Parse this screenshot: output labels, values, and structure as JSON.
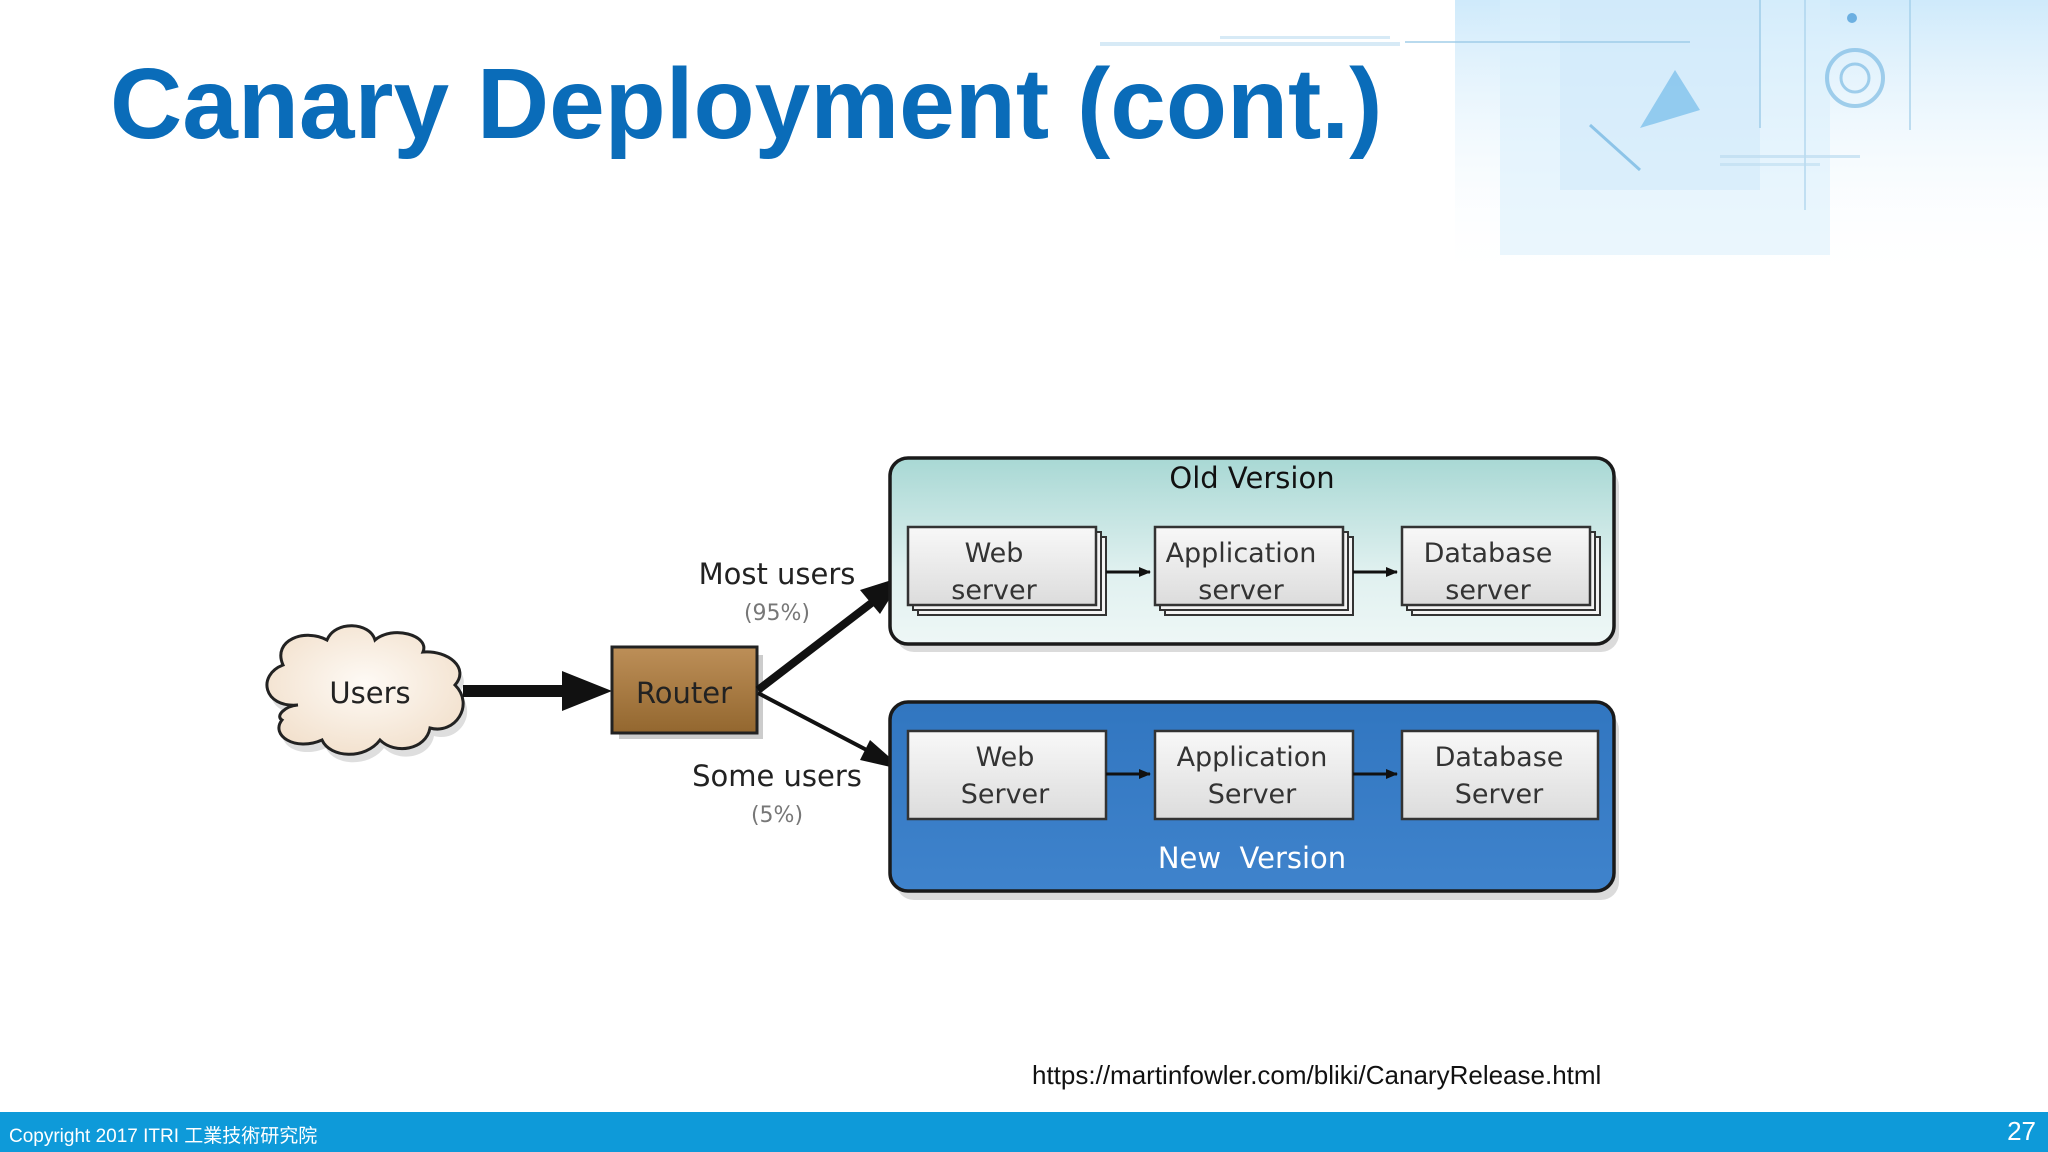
{
  "slide": {
    "title": "Canary Deployment (cont.)",
    "source_url": "https://martinfowler.com/bliki/CanaryRelease.html"
  },
  "diagram": {
    "users": "Users",
    "router": "Router",
    "most_users": "Most users",
    "most_users_pct": "(95%)",
    "some_users": "Some users",
    "some_users_pct": "(5%)",
    "old_version": {
      "title": "Old Version",
      "web_1": "Web",
      "web_2": "server",
      "app_1": "Application",
      "app_2": "server",
      "db_1": "Database",
      "db_2": "server"
    },
    "new_version": {
      "title": "New  Version",
      "web_1": "Web",
      "web_2": "Server",
      "app_1": "Application",
      "app_2": "Server",
      "db_1": "Database",
      "db_2": "Server"
    }
  },
  "footer": {
    "copyright": "Copyright 2017  ITRI 工業技術研究院",
    "page_number": "27"
  },
  "colors": {
    "title": "#0a6cb9",
    "footer_bar": "#0e9ad9",
    "old_version_fill": "#b4dcd8",
    "new_version_fill": "#3a7bc4",
    "router_fill": "#a87a46",
    "users_cloud": "#f8ecdf"
  }
}
